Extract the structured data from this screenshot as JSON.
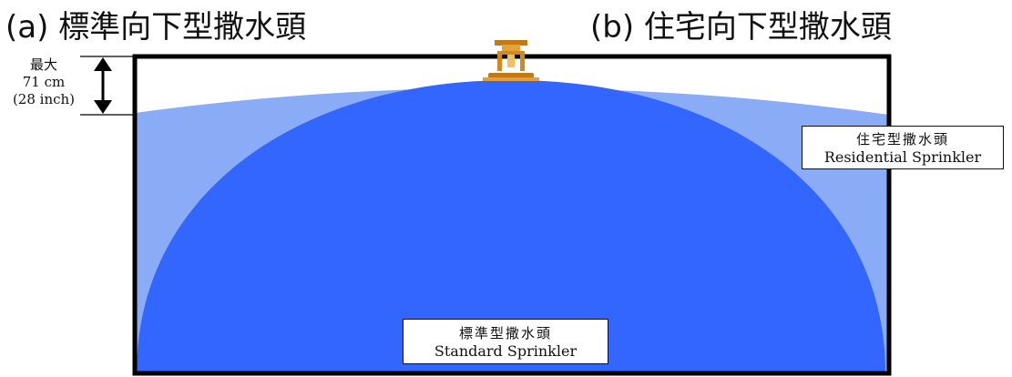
{
  "titles": {
    "a": "(a) 標準向下型撒水頭",
    "b": "(b) 住宅向下型撒水頭"
  },
  "clearance": {
    "line1": "最大",
    "line2": "71 cm",
    "line3": "(28 inch)"
  },
  "labels": {
    "residential_zh": "住宅型撒水頭",
    "residential_en": "Residential Sprinkler",
    "standard_zh": "標準型撒水頭",
    "standard_en": "Standard Sprinkler"
  },
  "colors": {
    "standard_spray": "#3366ff",
    "residential_spray": "#8aacf7",
    "sprinkler": "#d28a1e",
    "frame": "#000000"
  },
  "icons": [
    "sprinkler-head-icon",
    "double-arrow-icon"
  ]
}
